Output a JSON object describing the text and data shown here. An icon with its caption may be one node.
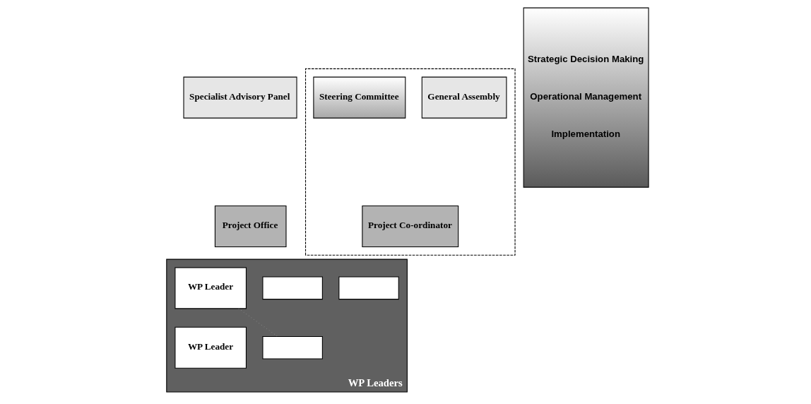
{
  "diagram": {
    "nodes": [
      {
        "text": [
          "Specialist Advisory Panel"
        ]
      },
      {
        "text": [],
        "shape": "box"
      },
      {
        "text": [
          "General Assembly"
        ],
        "in": 1
      },
      {
        "text": [
          "Steering Committee"
        ],
        "in": 1
      },
      {
        "text": [
          "Project Office"
        ]
      },
      {
        "text": [
          "Project Co-ordinator"
        ],
        "in": 1
      },
      {
        "text": [
          "WP Leaders"
        ]
      },
      {
        "text": [],
        "shape": "box",
        "in": 6
      },
      {
        "text": [],
        "shape": "box",
        "in": 6
      },
      {
        "text": [
          "WP Leader"
        ],
        "in": 6
      },
      {
        "text": [],
        "shape": "box",
        "in": 6
      },
      {
        "text": [
          "WP Leader"
        ],
        "in": 6
      },
      {
        "text": [
          "Strategic Decision Making",
          "Operational Management",
          "Implementation"
        ]
      }
    ],
    "edges": [
      {
        "from": 9,
        "to": 10,
        "arrow": "none",
        "style": "dashed"
      }
    ]
  }
}
